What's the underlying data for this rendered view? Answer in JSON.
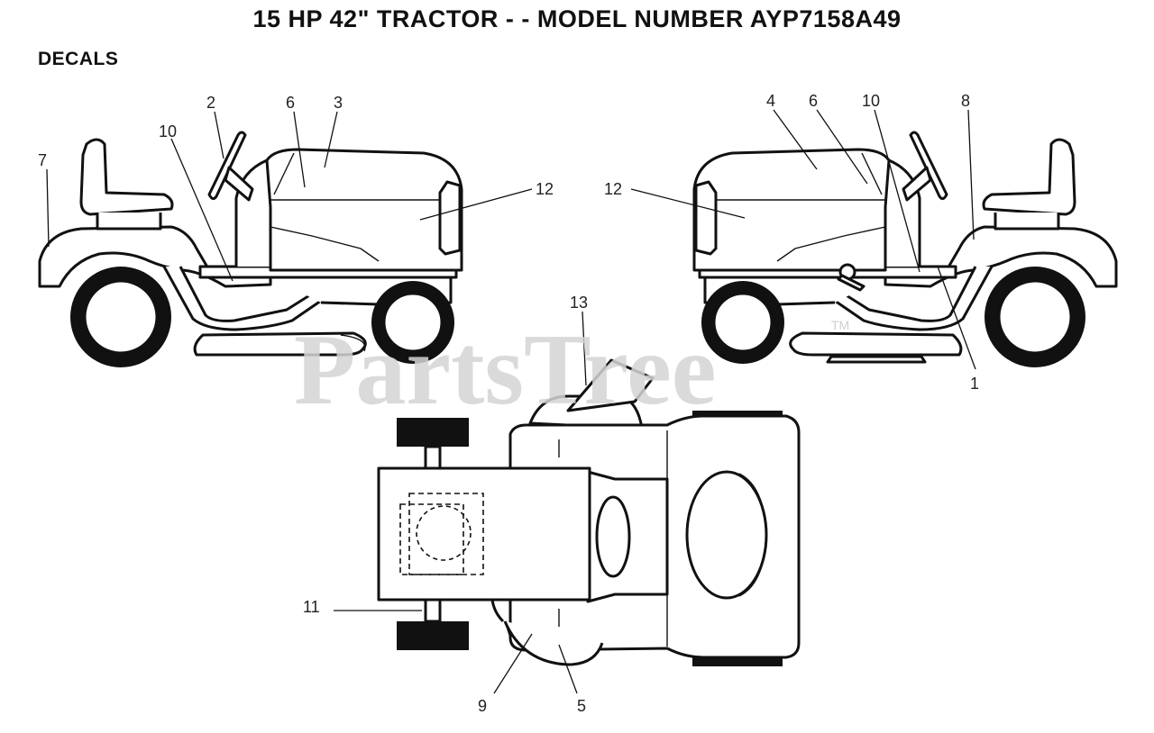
{
  "title": "15 HP 42\" TRACTOR - - MODEL NUMBER AYP7158A49",
  "section": "DECALS",
  "watermark": "PartsTree",
  "watermark_tm": "TM",
  "callouts": {
    "c1": "1",
    "c2": "2",
    "c3": "3",
    "c4": "4",
    "c5": "5",
    "c6a": "6",
    "c6b": "6",
    "c7": "7",
    "c8": "8",
    "c9": "9",
    "c10a": "10",
    "c10b": "10",
    "c11": "11",
    "c12a": "12",
    "c12b": "12",
    "c13": "13"
  },
  "colors": {
    "ink": "#111111",
    "watermark": "#d4d4d4",
    "background": "#ffffff"
  }
}
